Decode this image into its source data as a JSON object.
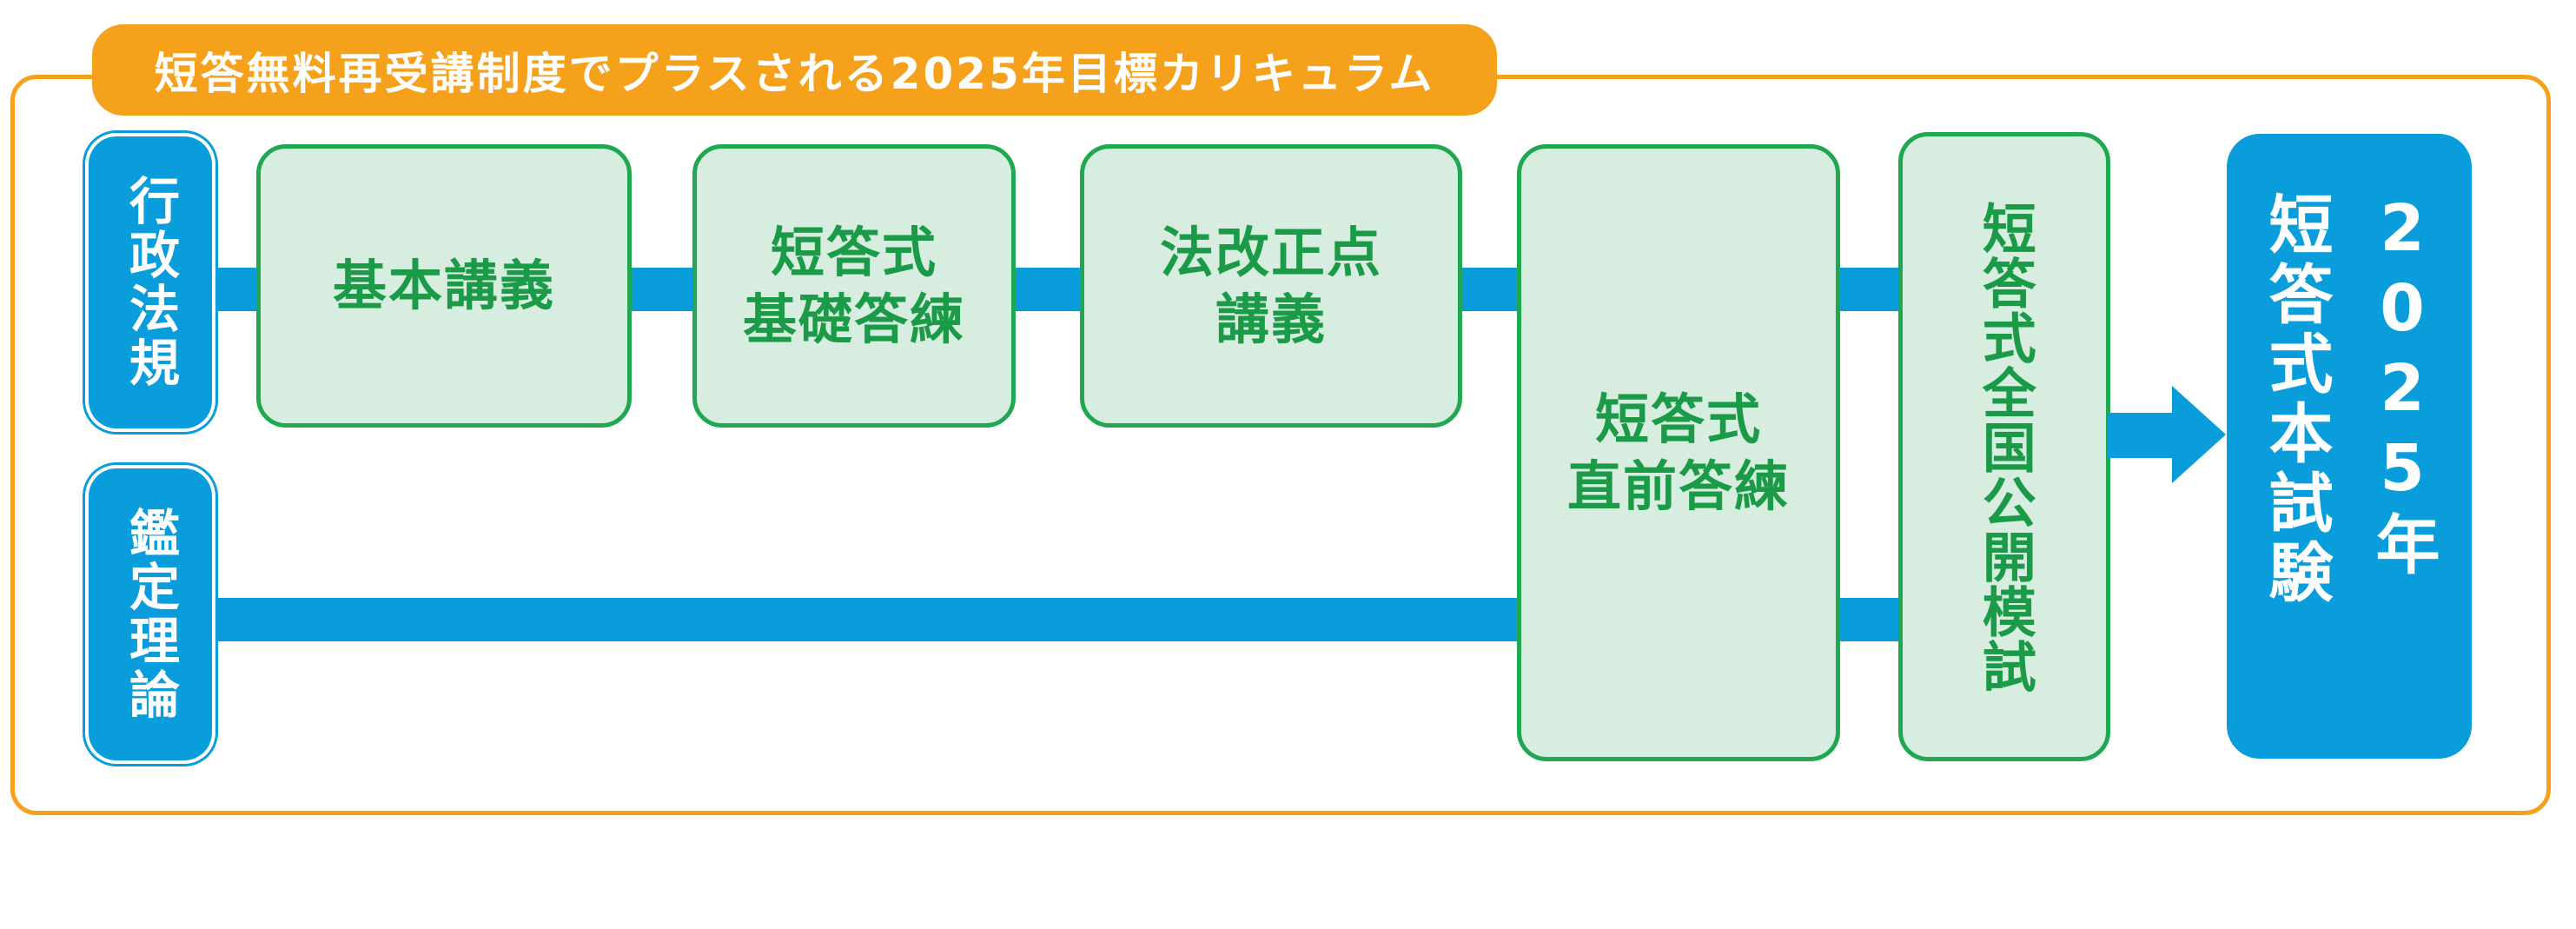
{
  "title": "短答無料再受講制度でプラスされる2025年目標カリキュラム",
  "subjects": [
    {
      "label": "行政法規"
    },
    {
      "label": "鑑定理論"
    }
  ],
  "courses": [
    {
      "lines": [
        "基本講義"
      ]
    },
    {
      "lines": [
        "短答式",
        "基礎答練"
      ]
    },
    {
      "lines": [
        "法改正点",
        "講義"
      ]
    },
    {
      "lines": [
        "短答式",
        "直前答練"
      ]
    },
    {
      "lines": [
        "短答式全国公開模試"
      ]
    }
  ],
  "exam": {
    "year": "2025年",
    "name": "短答式本試験"
  },
  "colors": {
    "frame": "#f6a11c",
    "blue": "#0a9ddc",
    "green_border": "#1fa84f",
    "green_fill": "#d7ede0",
    "green_text": "#1b9a47"
  },
  "icons": {
    "flow_arrow": "right-arrow-icon"
  }
}
